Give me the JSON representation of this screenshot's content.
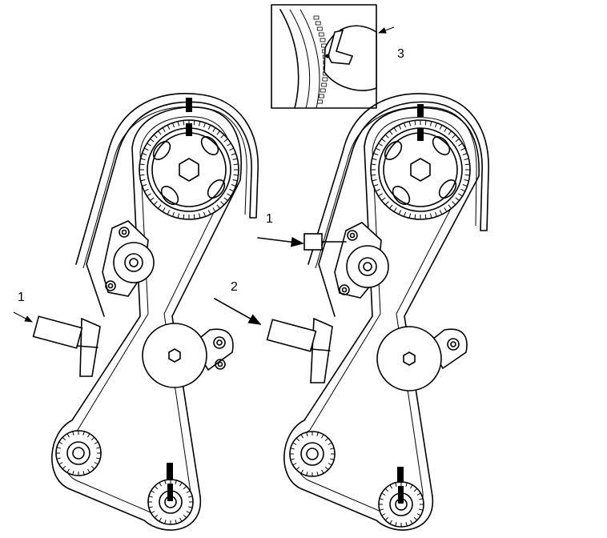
{
  "callouts": {
    "left_tensioner_tool": "1",
    "right_tensioner_tool": "1",
    "belt_direction": "2",
    "detail_view": "3"
  },
  "colors": {
    "line": "#000000",
    "background": "#ffffff"
  }
}
